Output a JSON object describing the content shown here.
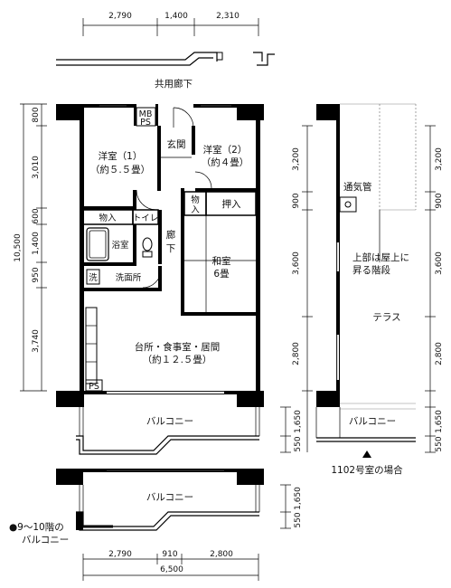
{
  "dimensions": {
    "top": [
      "2,790",
      "1,400",
      "2,310"
    ],
    "bottom": [
      "2,790",
      "910",
      "2,800"
    ],
    "bottom_total": "6,500",
    "left_total": "10,500",
    "left": [
      "800",
      "3,010",
      "600",
      "1,400",
      "950",
      "3,740"
    ],
    "left_balcony": [
      "1,650",
      "550"
    ],
    "right": [
      "3,200",
      "900",
      "3,600",
      "2,800"
    ],
    "right_balcony": [
      "1,650",
      "550"
    ],
    "right2_balcony": [
      "1,650",
      "550"
    ]
  },
  "labels": {
    "corridor": "共用廊下",
    "mbps_line1": "MB",
    "mbps_line2": "PS",
    "entrance": "玄関",
    "western1_line1": "洋室（1）",
    "western1_line2": "（約５.５畳）",
    "western2_line1": "洋室（2）",
    "western2_line2": "（約４畳）",
    "storage_small_1": "物",
    "storage_small_2": "入",
    "closet": "押入",
    "storage": "物入",
    "toilet": "トイレ",
    "hallway_1": "廊",
    "hallway_2": "下",
    "bath": "浴室",
    "japanese_line1": "和室",
    "japanese_line2": "6畳",
    "washer": "洗",
    "washroom": "洗面所",
    "ldk_line1": "台所・食事室・居間",
    "ldk_line2": "（約１２.５畳）",
    "ps": "PS",
    "balcony": "バルコニー",
    "vent": "通気管",
    "stairs_line1": "上部は屋上に",
    "stairs_line2": "昇る階段",
    "terrace": "テラス",
    "room1102": "1102号室の場合",
    "floors_line1": "●9～10階の",
    "floors_line2": "バルコニー"
  }
}
